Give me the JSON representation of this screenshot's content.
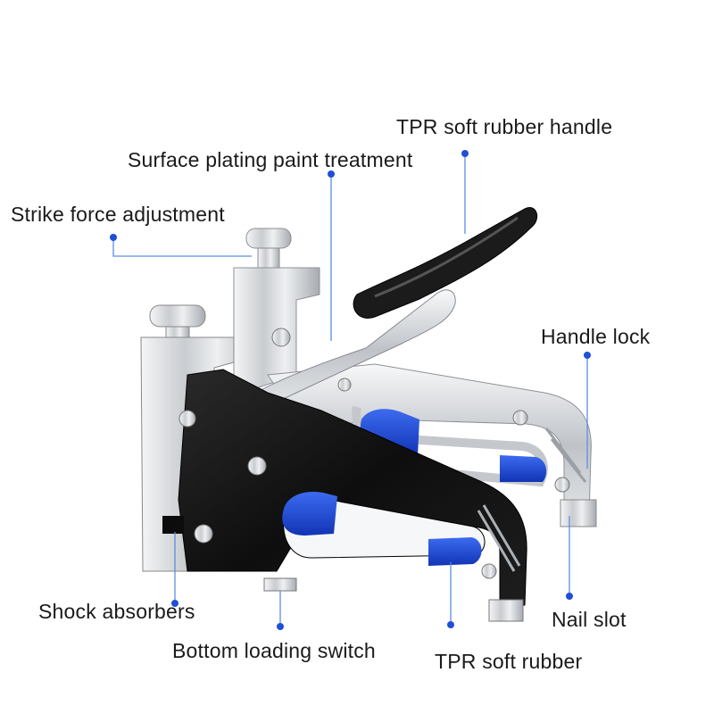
{
  "labels": {
    "tpr_handle": "TPR soft rubber handle",
    "surface_plating": "Surface plating paint treatment",
    "strike_force": "Strike force adjustment",
    "handle_lock": "Handle lock",
    "shock_absorbers": "Shock absorbers",
    "nail_slot": "Nail slot",
    "bottom_loading": "Bottom loading switch",
    "tpr_soft_rubber": "TPR soft rubber"
  },
  "colors": {
    "accent_blue": "#1f4fd6",
    "leader_line": "#5a8fe0",
    "body_black": "#121212",
    "chrome": "#d6d9dc",
    "grip_black": "#1b1b1b"
  }
}
